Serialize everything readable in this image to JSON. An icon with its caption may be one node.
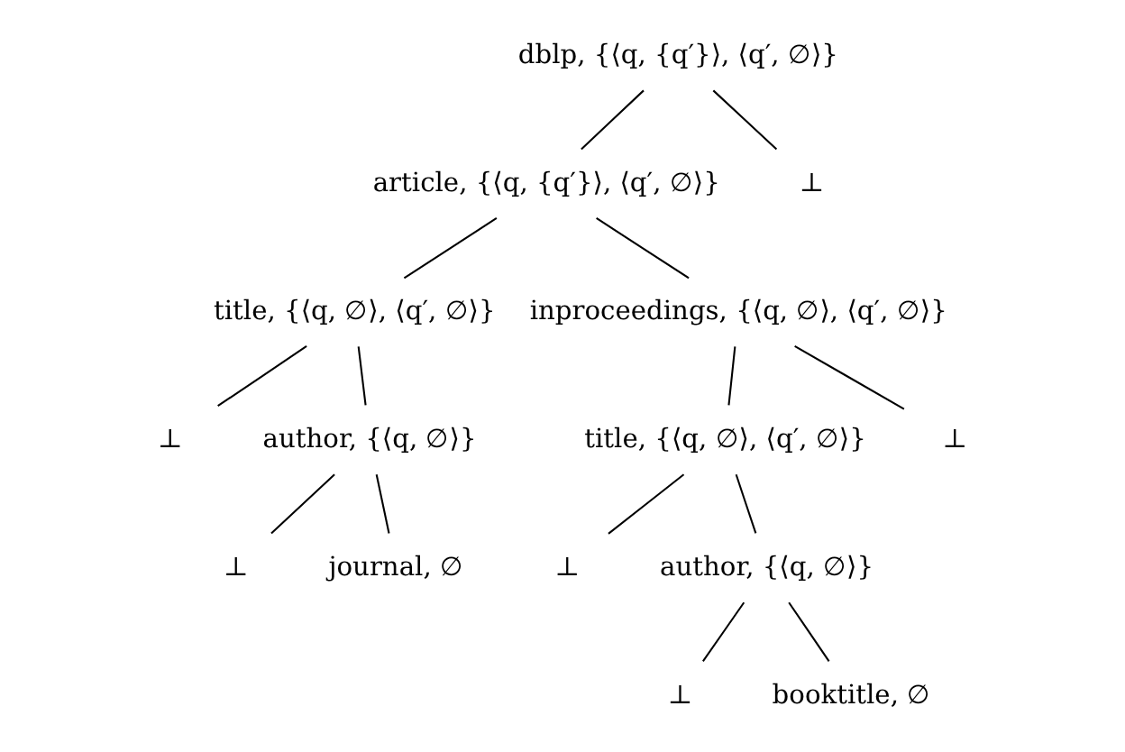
{
  "diagram": {
    "nodes": [
      {
        "text": [
          "dblp, {⟨q, {q′}⟩, ⟨q′, ∅⟩}"
        ]
      },
      {
        "text": [
          "article, {⟨q, {q′}⟩, ⟨q′, ∅⟩}"
        ]
      },
      {
        "text": [
          "title, {⟨q, ∅⟩, ⟨q′, ∅⟩}"
        ]
      },
      {
        "text": [
          "⊥"
        ]
      },
      {
        "text": [
          "author, {⟨q, ∅⟩}"
        ]
      },
      {
        "text": [
          "⊥"
        ]
      },
      {
        "text": [
          "journal, ∅"
        ]
      },
      {
        "text": [
          "inproceedings, {⟨q, ∅⟩, ⟨q′, ∅⟩}"
        ]
      },
      {
        "text": [
          "title, {⟨q, ∅⟩, ⟨q′, ∅⟩}"
        ]
      },
      {
        "text": [
          "⊥"
        ]
      },
      {
        "text": [
          "author, {⟨q, ∅⟩}"
        ]
      },
      {
        "text": [
          "⊥"
        ]
      },
      {
        "text": [
          "booktitle, ∅"
        ]
      },
      {
        "text": [
          "⊥"
        ]
      },
      {
        "text": [
          "⊥"
        ]
      }
    ],
    "edges": [
      {
        "from": 0,
        "to": 1,
        "arrow": "none"
      },
      {
        "from": 0,
        "to": 14,
        "arrow": "none"
      },
      {
        "from": 1,
        "to": 2,
        "arrow": "none"
      },
      {
        "from": 1,
        "to": 7,
        "arrow": "none"
      },
      {
        "from": 2,
        "to": 3,
        "arrow": "none"
      },
      {
        "from": 2,
        "to": 4,
        "arrow": "none"
      },
      {
        "from": 4,
        "to": 5,
        "arrow": "none"
      },
      {
        "from": 4,
        "to": 6,
        "arrow": "none"
      },
      {
        "from": 7,
        "to": 8,
        "arrow": "none"
      },
      {
        "from": 7,
        "to": 13,
        "arrow": "none"
      },
      {
        "from": 8,
        "to": 9,
        "arrow": "none"
      },
      {
        "from": 8,
        "to": 10,
        "arrow": "none"
      },
      {
        "from": 10,
        "to": 11,
        "arrow": "none"
      },
      {
        "from": 10,
        "to": 12,
        "arrow": "none"
      }
    ]
  }
}
